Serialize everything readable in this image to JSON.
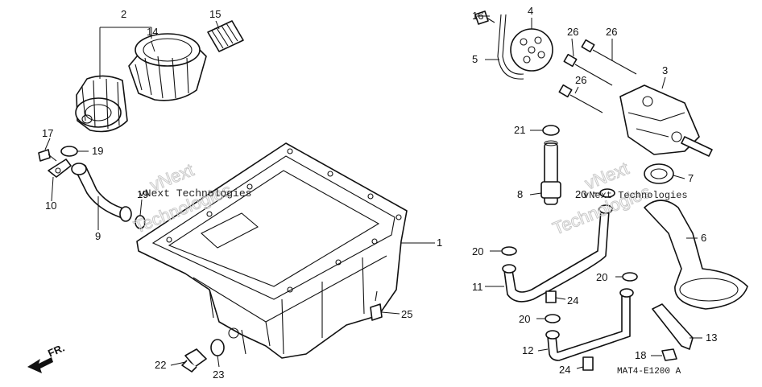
{
  "callouts": {
    "p1": "1",
    "p2": "2",
    "p3": "3",
    "p4": "4",
    "p5": "5",
    "p6": "6",
    "p7": "7",
    "p8": "8",
    "p9": "9",
    "p10": "10",
    "p11": "11",
    "p12": "12",
    "p13": "13",
    "p14": "14",
    "p15": "15",
    "p16": "16",
    "p17": "17",
    "p18": "18",
    "p19a": "19",
    "p19b": "19",
    "p20a": "20",
    "p20b": "20",
    "p20c": "20",
    "p20d": "20",
    "p21": "21",
    "p22": "22",
    "p23": "23",
    "p24a": "24",
    "p24b": "24",
    "p25": "25",
    "p26a": "26",
    "p26b": "26",
    "p26c": "26"
  },
  "front_arrow": "FR.",
  "diagram_code": "MAT4-E1200 A",
  "watermark": {
    "line1": "vNext",
    "line2": "Technologies",
    "small": "vNext Technologies"
  }
}
